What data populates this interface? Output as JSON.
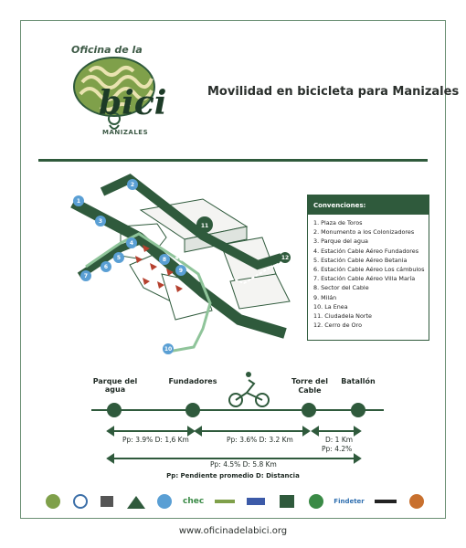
{
  "logo": {
    "top_text": "Oficina de la",
    "main_text": "bici",
    "city_text": "MANIZALES"
  },
  "title": "Movilidad en bicicleta para Manizales",
  "legend": {
    "heading": "Convenciones:",
    "items": [
      "1. Plaza de Toros",
      "2. Monumento a los Colonizadores",
      "3. Parque del agua",
      "4. Estación Cable Aéreo Fundadores",
      "5. Estación Cable Aéreo Betania",
      "6. Estación Cable Aéreo Los cámbulos",
      "7. Estación Cable Aéreo Villa María",
      "8. Sector del Cable",
      "9. Milán",
      "10. La Enea",
      "11.  Ciudadela Norte",
      "12. Cerro de Oro"
    ]
  },
  "map_pins": [
    "1",
    "2",
    "3",
    "4",
    "5",
    "6",
    "7",
    "8",
    "9",
    "10",
    "11",
    "12"
  ],
  "profile": {
    "stops": [
      "Parque del agua",
      "Fundadores",
      "Torre del Cable",
      "Batallón"
    ],
    "segments": [
      "Pp:  3.9% D: 1,6 Km",
      "Pp: 3.6%   D: 3.2 Km",
      "D: 1 Km",
      "Pp: 4.2%",
      "Pp: 4.5%   D: 5.8 Km"
    ],
    "note": "Pp: Pendiente promedio D: Distancia"
  },
  "sponsors": [
    "",
    "",
    "",
    "",
    "",
    "chec",
    "",
    "",
    "",
    "",
    "Findeter",
    "",
    ""
  ],
  "footer": "www.oficinadelabici.org",
  "colors": {
    "dark_green": "#2f5a3c",
    "light_green": "#8fc49a",
    "arrow_red": "#b5402e"
  }
}
